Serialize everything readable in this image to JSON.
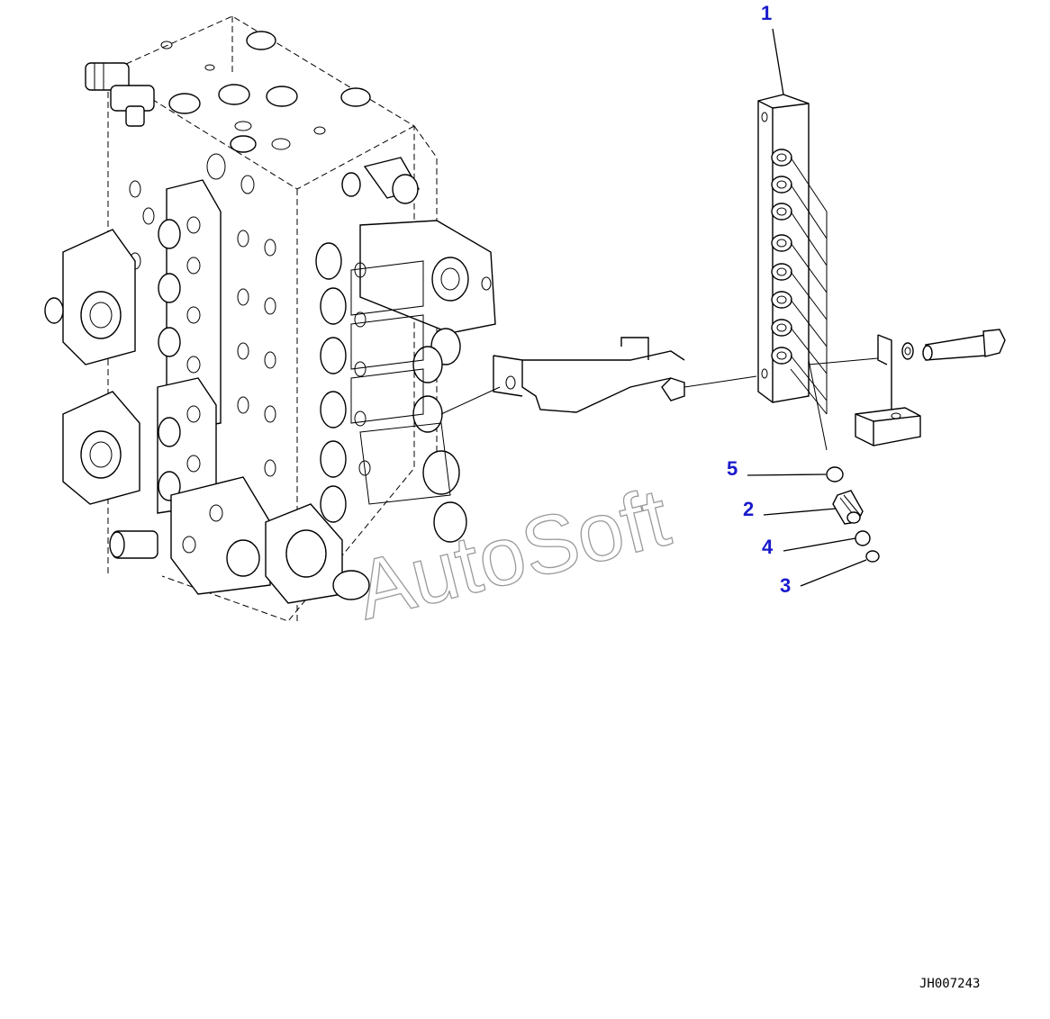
{
  "callouts": [
    {
      "number": "1"
    },
    {
      "number": "2"
    },
    {
      "number": "3"
    },
    {
      "number": "4"
    },
    {
      "number": "5"
    }
  ],
  "watermark": "AutoSoft",
  "drawing_code": "JH007243",
  "colors": {
    "callout": "#1a1acc",
    "line": "#000000",
    "watermark": "#9a9a9a"
  }
}
